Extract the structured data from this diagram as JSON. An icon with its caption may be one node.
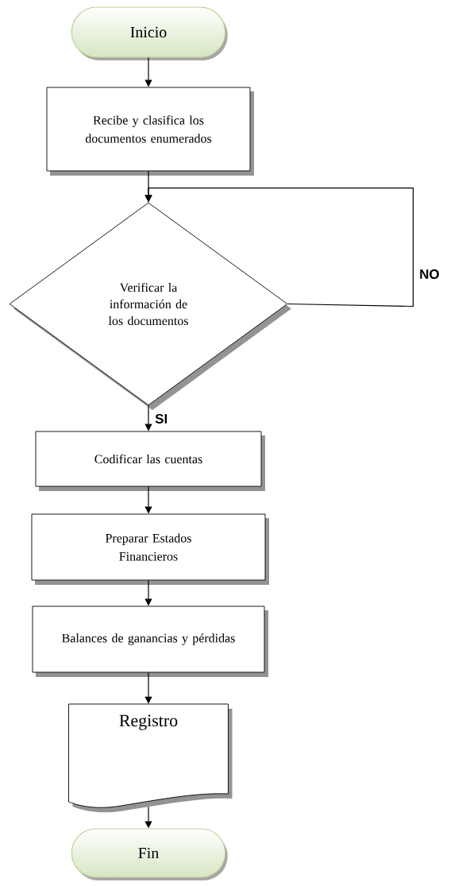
{
  "diagram": {
    "nodes": [
      {
        "text": [
          "Inicio"
        ]
      },
      {
        "text": [
          "Recibe y clasifica los documentos enumerados"
        ]
      },
      {
        "text": [
          "Verificar la información de los documentos"
        ]
      },
      {
        "text": [
          "Codificar las cuentas"
        ]
      },
      {
        "text": [
          "Preparar Estados Financieros"
        ]
      },
      {
        "text": [
          "Balances de ganancias y pérdidas"
        ]
      },
      {
        "text": [
          "Registro"
        ]
      },
      {
        "text": [
          "Fin"
        ]
      }
    ],
    "edges": [
      {
        "from": 0,
        "to": 1,
        "arrow": "to"
      },
      {
        "from": 1,
        "to": 2,
        "arrow": "to"
      },
      {
        "from": 2,
        "to": 2,
        "arrow": "to",
        "label": "NO"
      },
      {
        "from": 2,
        "to": 3,
        "arrow": "to",
        "label": "SI"
      },
      {
        "from": 3,
        "to": 4,
        "arrow": "to"
      },
      {
        "from": 4,
        "to": 5,
        "arrow": "to"
      },
      {
        "from": 5,
        "to": 6,
        "arrow": "to"
      },
      {
        "from": 6,
        "to": 7,
        "arrow": "to"
      }
    ]
  }
}
